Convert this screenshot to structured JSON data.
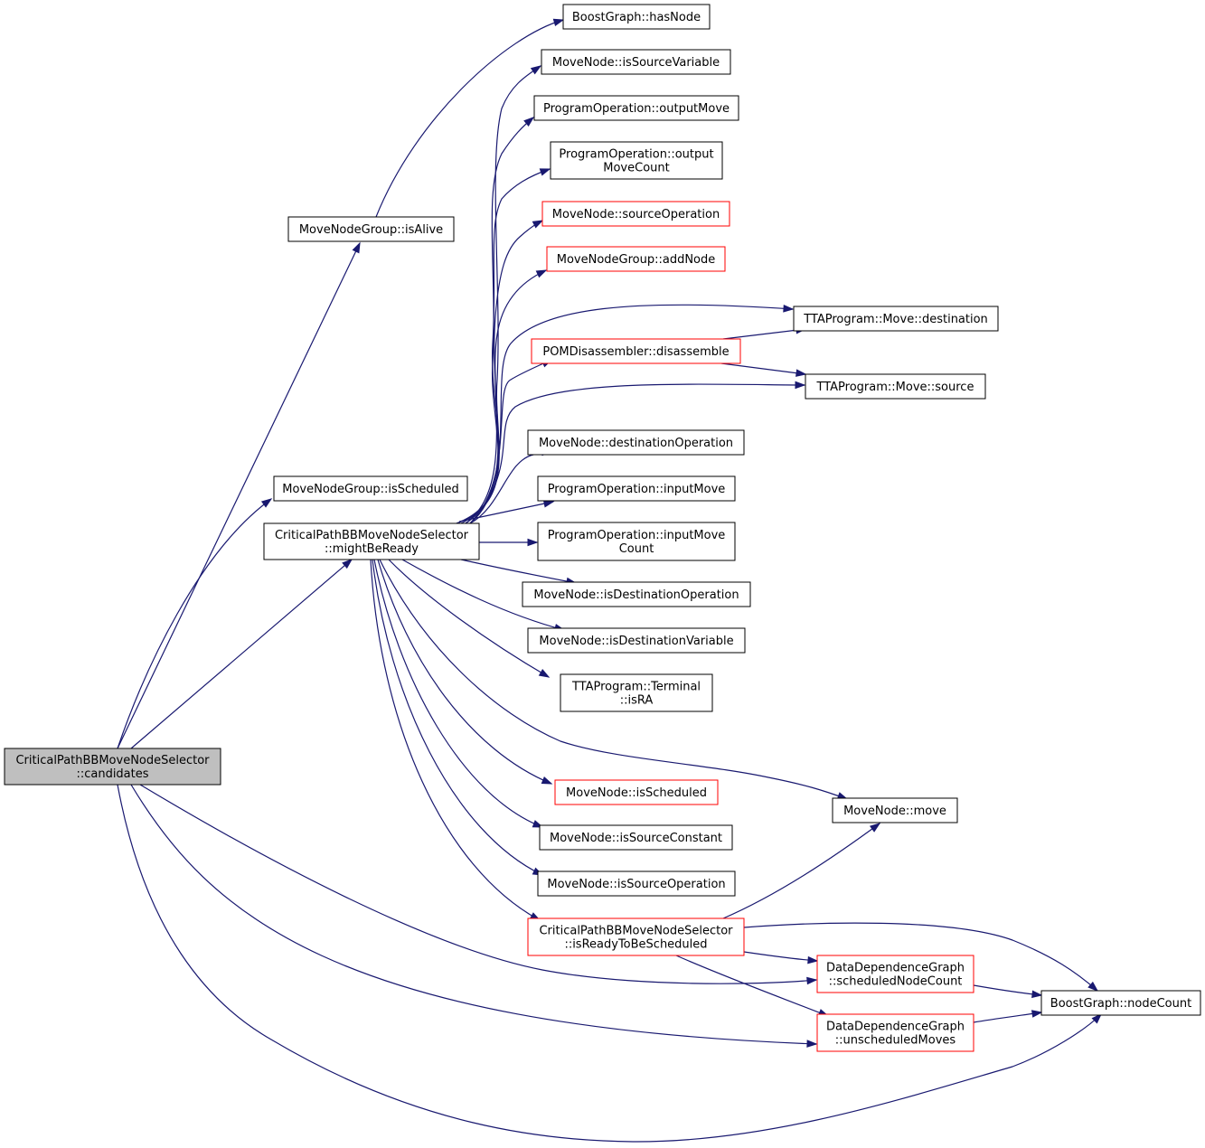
{
  "nodes": [
    {
      "id": "candidates",
      "lines": [
        "CriticalPathBBMoveNodeSelector",
        "::candidates"
      ],
      "border": "black",
      "root": true
    },
    {
      "id": "isAlive",
      "lines": [
        "MoveNodeGroup::isAlive"
      ],
      "border": "black"
    },
    {
      "id": "mngIsScheduled",
      "lines": [
        "MoveNodeGroup::isScheduled"
      ],
      "border": "black"
    },
    {
      "id": "mightBeReady",
      "lines": [
        "CriticalPathBBMoveNodeSelector",
        "::mightBeReady"
      ],
      "border": "black"
    },
    {
      "id": "hasNode",
      "lines": [
        "BoostGraph::hasNode"
      ],
      "border": "black"
    },
    {
      "id": "isSourceVariable",
      "lines": [
        "MoveNode::isSourceVariable"
      ],
      "border": "black"
    },
    {
      "id": "outputMove",
      "lines": [
        "ProgramOperation::outputMove"
      ],
      "border": "black"
    },
    {
      "id": "outputMoveCount",
      "lines": [
        "ProgramOperation::output",
        "MoveCount"
      ],
      "border": "black"
    },
    {
      "id": "sourceOperation",
      "lines": [
        "MoveNode::sourceOperation"
      ],
      "border": "red"
    },
    {
      "id": "addNode",
      "lines": [
        "MoveNodeGroup::addNode"
      ],
      "border": "red"
    },
    {
      "id": "disassemble",
      "lines": [
        "POMDisassembler::disassemble"
      ],
      "border": "red"
    },
    {
      "id": "destination",
      "lines": [
        "TTAProgram::Move::destination"
      ],
      "border": "black"
    },
    {
      "id": "source",
      "lines": [
        "TTAProgram::Move::source"
      ],
      "border": "black"
    },
    {
      "id": "destinationOperation",
      "lines": [
        "MoveNode::destinationOperation"
      ],
      "border": "black"
    },
    {
      "id": "inputMove",
      "lines": [
        "ProgramOperation::inputMove"
      ],
      "border": "black"
    },
    {
      "id": "inputMoveCount",
      "lines": [
        "ProgramOperation::inputMove",
        "Count"
      ],
      "border": "black"
    },
    {
      "id": "isDestinationOperation",
      "lines": [
        "MoveNode::isDestinationOperation"
      ],
      "border": "black"
    },
    {
      "id": "isDestinationVariable",
      "lines": [
        "MoveNode::isDestinationVariable"
      ],
      "border": "black"
    },
    {
      "id": "isRA",
      "lines": [
        "TTAProgram::Terminal",
        "::isRA"
      ],
      "border": "black"
    },
    {
      "id": "mnIsScheduled",
      "lines": [
        "MoveNode::isScheduled"
      ],
      "border": "red"
    },
    {
      "id": "move",
      "lines": [
        "MoveNode::move"
      ],
      "border": "black"
    },
    {
      "id": "isSourceConstant",
      "lines": [
        "MoveNode::isSourceConstant"
      ],
      "border": "black"
    },
    {
      "id": "isSourceOperation",
      "lines": [
        "MoveNode::isSourceOperation"
      ],
      "border": "black"
    },
    {
      "id": "isReadyToBeScheduled",
      "lines": [
        "CriticalPathBBMoveNodeSelector",
        "::isReadyToBeScheduled"
      ],
      "border": "red"
    },
    {
      "id": "scheduledNodeCount",
      "lines": [
        "DataDependenceGraph",
        "::scheduledNodeCount"
      ],
      "border": "red"
    },
    {
      "id": "unscheduledMoves",
      "lines": [
        "DataDependenceGraph",
        "::unscheduledMoves"
      ],
      "border": "red"
    },
    {
      "id": "nodeCount",
      "lines": [
        "BoostGraph::nodeCount"
      ],
      "border": "black"
    }
  ],
  "edges": [
    {
      "from": "candidates",
      "to": "isAlive"
    },
    {
      "from": "candidates",
      "to": "mngIsScheduled"
    },
    {
      "from": "candidates",
      "to": "mightBeReady"
    },
    {
      "from": "candidates",
      "to": "scheduledNodeCount"
    },
    {
      "from": "candidates",
      "to": "unscheduledMoves"
    },
    {
      "from": "candidates",
      "to": "nodeCount"
    },
    {
      "from": "isAlive",
      "to": "hasNode"
    },
    {
      "from": "mightBeReady",
      "to": "isSourceVariable"
    },
    {
      "from": "mightBeReady",
      "to": "outputMove"
    },
    {
      "from": "mightBeReady",
      "to": "outputMoveCount"
    },
    {
      "from": "mightBeReady",
      "to": "sourceOperation"
    },
    {
      "from": "mightBeReady",
      "to": "addNode"
    },
    {
      "from": "mightBeReady",
      "to": "destination"
    },
    {
      "from": "mightBeReady",
      "to": "disassemble"
    },
    {
      "from": "mightBeReady",
      "to": "source"
    },
    {
      "from": "mightBeReady",
      "to": "destinationOperation"
    },
    {
      "from": "mightBeReady",
      "to": "inputMove"
    },
    {
      "from": "mightBeReady",
      "to": "inputMoveCount"
    },
    {
      "from": "mightBeReady",
      "to": "isDestinationOperation"
    },
    {
      "from": "mightBeReady",
      "to": "isDestinationVariable"
    },
    {
      "from": "mightBeReady",
      "to": "isRA"
    },
    {
      "from": "mightBeReady",
      "to": "move"
    },
    {
      "from": "mightBeReady",
      "to": "mnIsScheduled"
    },
    {
      "from": "mightBeReady",
      "to": "isSourceConstant"
    },
    {
      "from": "mightBeReady",
      "to": "isSourceOperation"
    },
    {
      "from": "mightBeReady",
      "to": "isReadyToBeScheduled"
    },
    {
      "from": "disassemble",
      "to": "destination"
    },
    {
      "from": "disassemble",
      "to": "source"
    },
    {
      "from": "isReadyToBeScheduled",
      "to": "move"
    },
    {
      "from": "isReadyToBeScheduled",
      "to": "scheduledNodeCount"
    },
    {
      "from": "isReadyToBeScheduled",
      "to": "unscheduledMoves"
    },
    {
      "from": "isReadyToBeScheduled",
      "to": "nodeCount"
    },
    {
      "from": "scheduledNodeCount",
      "to": "nodeCount"
    },
    {
      "from": "unscheduledMoves",
      "to": "nodeCount"
    }
  ]
}
